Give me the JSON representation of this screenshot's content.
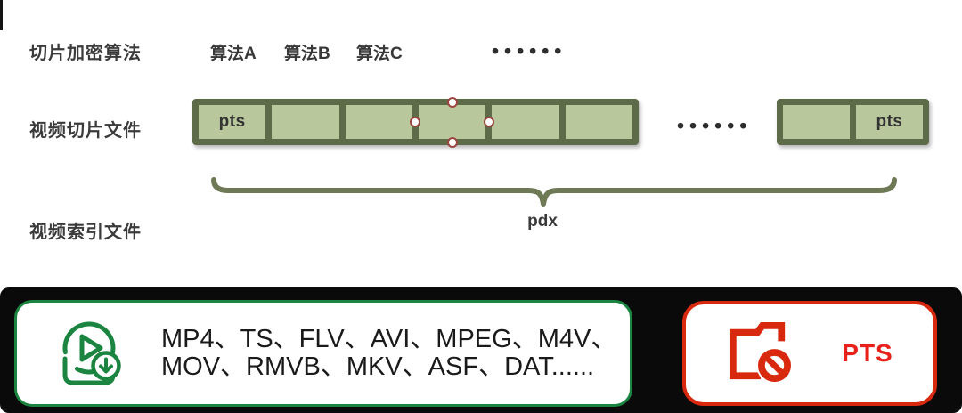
{
  "rows": {
    "encryption": {
      "label": "切片加密算法",
      "algorithms": [
        "算法A",
        "算法B",
        "算法C"
      ],
      "ellipsis": "••••••"
    },
    "slices": {
      "label": "视频切片文件",
      "main_bar": {
        "cell_count": 6,
        "first_cell_label": "pts",
        "selected_cell_index": 4
      },
      "ellipsis": "••••••",
      "tail_bar": {
        "cell_count": 2,
        "last_cell_label": "pts"
      }
    },
    "index": {
      "label": "视频索引文件",
      "brace_label": "pdx"
    }
  },
  "panel": {
    "formats_box": {
      "icon": "video-download-icon",
      "line1": "MP4、TS、FLV、AVI、MPEG、M4V、",
      "line2": "MOV、RMVB、MKV、ASF、DAT......"
    },
    "blocked_box": {
      "icon": "folder-blocked-icon",
      "label": "PTS"
    }
  },
  "colors": {
    "bar_fill": "#b9c89c",
    "bar_frame": "#5d6b48",
    "brace": "#6e7955",
    "handle_ring": "#9c4440",
    "green_accent": "#1a8440",
    "red_accent": "#d8280e",
    "red_text": "#e8211d",
    "panel_background": "#0a0a0a"
  }
}
